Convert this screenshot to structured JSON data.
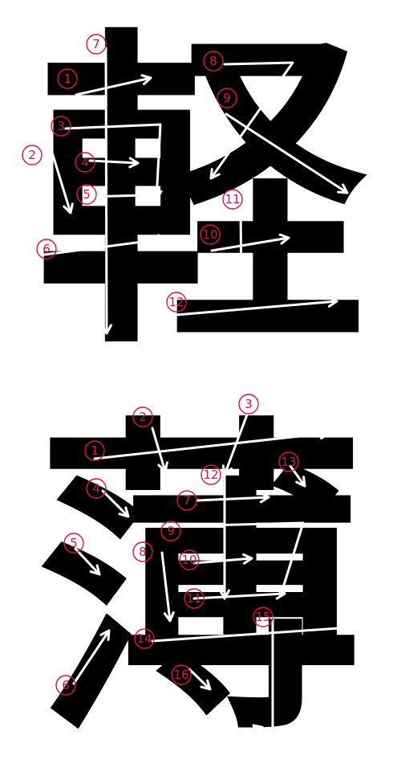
{
  "characters": [
    {
      "glyph": "軽",
      "strokes": [
        {
          "num": "1"
        },
        {
          "num": "2"
        },
        {
          "num": "3"
        },
        {
          "num": "4"
        },
        {
          "num": "5"
        },
        {
          "num": "6"
        },
        {
          "num": "7"
        },
        {
          "num": "8"
        },
        {
          "num": "9"
        },
        {
          "num": "10"
        },
        {
          "num": "11"
        },
        {
          "num": "12"
        }
      ]
    },
    {
      "glyph": "薄",
      "strokes": [
        {
          "num": "1"
        },
        {
          "num": "2"
        },
        {
          "num": "3"
        },
        {
          "num": "4"
        },
        {
          "num": "5"
        },
        {
          "num": "6"
        },
        {
          "num": "7"
        },
        {
          "num": "8"
        },
        {
          "num": "9"
        },
        {
          "num": "10"
        },
        {
          "num": "11"
        },
        {
          "num": "12"
        },
        {
          "num": "13"
        },
        {
          "num": "14"
        },
        {
          "num": "15"
        },
        {
          "num": "16"
        }
      ]
    }
  ],
  "colors": {
    "glyph": "#000000",
    "arrow": "#ffffff",
    "number": "#e0104a"
  }
}
